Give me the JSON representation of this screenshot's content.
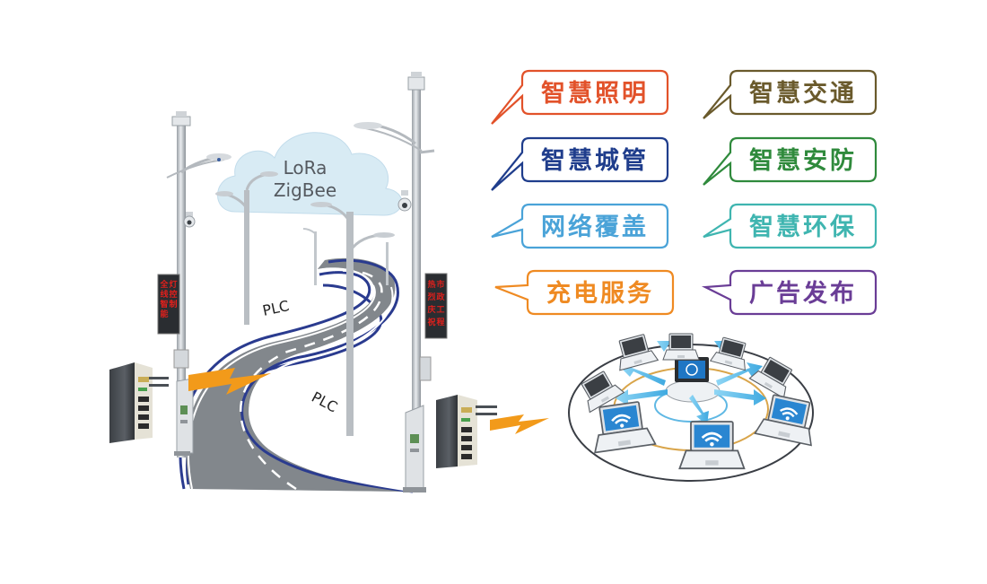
{
  "cloud": {
    "line1": "LoRa",
    "line2": "ZigBee"
  },
  "plc_labels": [
    "PLC",
    "PLC"
  ],
  "led_panel_left": [
    "全",
    "线",
    "智",
    "能",
    "灯",
    "控",
    "制"
  ],
  "led_panel_right": [
    "热",
    "烈",
    "庆",
    "祝",
    "市",
    "政",
    "工",
    "程"
  ],
  "services": [
    {
      "label": "智慧照明",
      "color": "#e2522a"
    },
    {
      "label": "智慧交通",
      "color": "#6a5a2c"
    },
    {
      "label": "智慧城管",
      "color": "#1f3d8c"
    },
    {
      "label": "智慧安防",
      "color": "#2f8a3c"
    },
    {
      "label": "网络覆盖",
      "color": "#4aa3d8"
    },
    {
      "label": "智慧环保",
      "color": "#3fb5b0"
    },
    {
      "label": "充电服务",
      "color": "#ef8a22"
    },
    {
      "label": "广告发布",
      "color": "#6a3d96"
    }
  ],
  "icons": [
    "gateway-router-icon",
    "laptop-icon",
    "wifi-icon",
    "lightning-bolt-icon",
    "cctv-camera-icon"
  ]
}
